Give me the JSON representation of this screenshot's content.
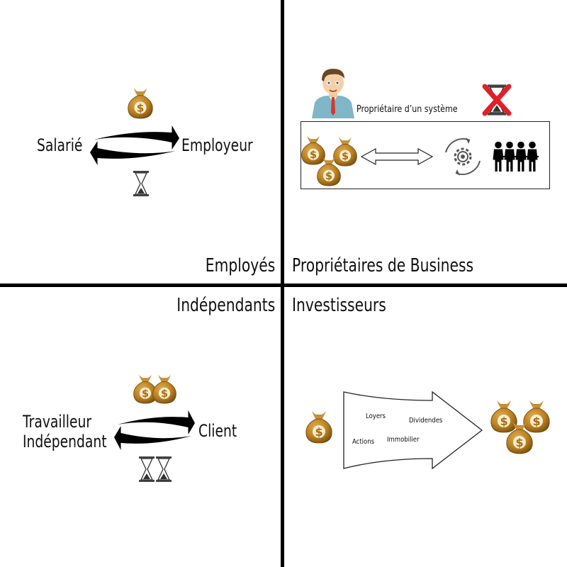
{
  "quadrants": {
    "employes": {
      "title": "Employés",
      "left_label": "Salarié",
      "right_label": "Employeur"
    },
    "proprietaires": {
      "title": "Propriétaires de Business",
      "caption": "Propriétaire d’un système"
    },
    "independants": {
      "title": "Indépendants",
      "left_label_line1": "Travailleur",
      "left_label_line2": "Indépendant",
      "right_label": "Client"
    },
    "investisseurs": {
      "title": "Investisseurs",
      "arrow_words": [
        "Loyers",
        "Dividendes",
        "Actions",
        "Immobilier"
      ]
    }
  },
  "colors": {
    "line": "#000000",
    "money_bag": "#b9801f",
    "money_bag_dark": "#7a5010",
    "cross": "#e0202a"
  },
  "icons": [
    "money-bag-icon",
    "hourglass-icon",
    "swap-arrows-icon",
    "businessman-icon",
    "gear-cycle-icon",
    "people-chain-icon",
    "double-arrow-icon"
  ]
}
